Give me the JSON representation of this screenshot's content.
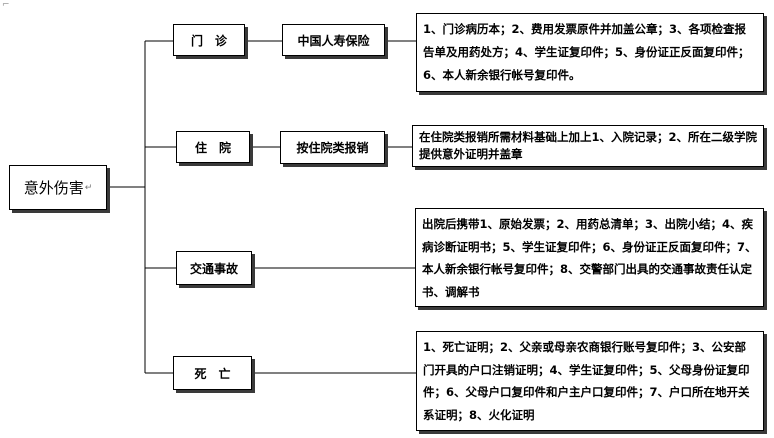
{
  "root": {
    "label": "意外伤害"
  },
  "branches": [
    {
      "category": "门　诊",
      "method": "中国人寿保险",
      "description": "1、门诊病历本；2、费用发票原件并加盖公章；3、各项检查报告单及用药处方；4、学生证复印件；5、身份证正反面复印件；6、本人新余银行帐号复印件。"
    },
    {
      "category": "住　院",
      "method": "按住院类报销",
      "description": "在住院类报销所需材料基础上加上1、入院记录；2、所在二级学院提供意外证明并盖章"
    },
    {
      "category": "交通事故",
      "method": "",
      "description": "出院后携带1、原始发票；2、用药总清单；3、出院小结；4、疾病诊断证明书；5、学生证复印件；6、身份证正反面复印件；7、本人新余银行帐号复印件；8、交警部门出具的交通事故责任认定书、调解书"
    },
    {
      "category": "死　亡",
      "method": "",
      "description": "1、死亡证明；2、父亲或母亲农商银行账号复印件；3、公安部门开具的户口注销证明；4、学生证复印件；5、父母身份证复印件；6、父母户口复印件和户主户口复印件；7、户口所在地开关系证明；8、火化证明"
    }
  ],
  "marks": {
    "return_glyph": "↵",
    "paragraph_mark": "⌐"
  },
  "colors": {
    "line": "#000000",
    "shadow": "#3a3a3a",
    "box_bg": "#ffffff"
  }
}
